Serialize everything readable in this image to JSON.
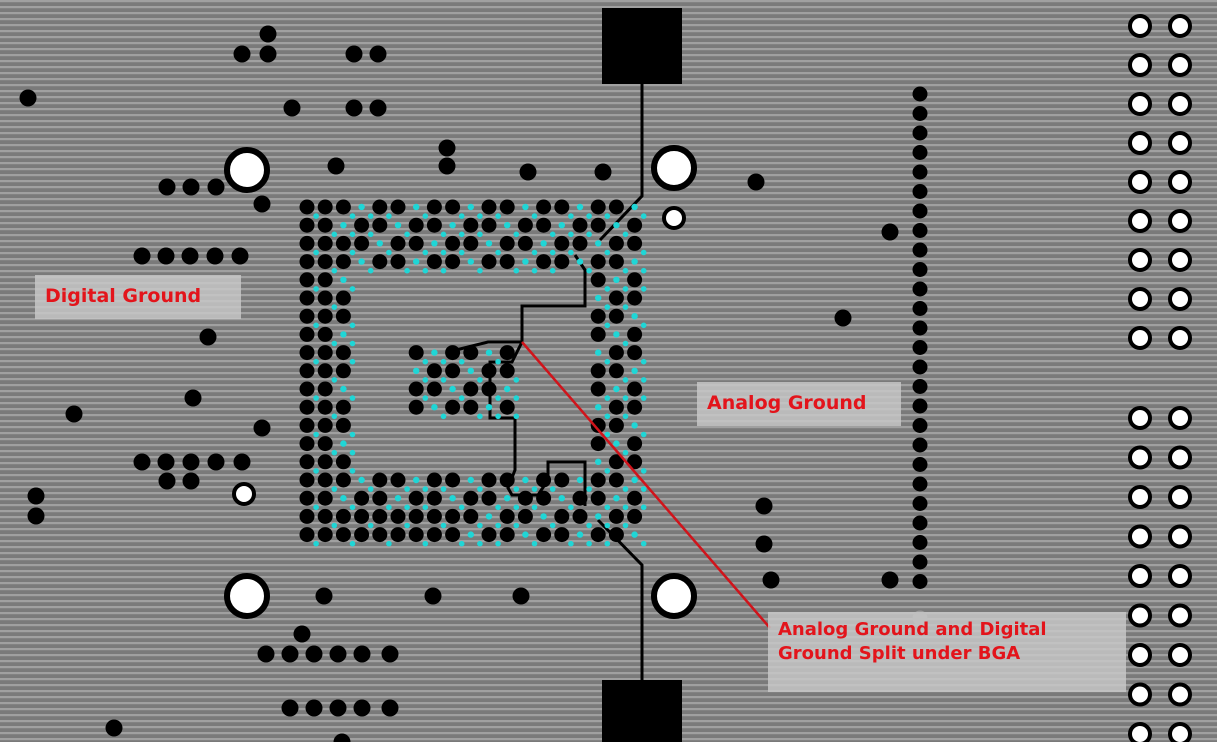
{
  "labels": {
    "digital_ground": "Digital Ground",
    "analog_ground": "Analog Ground",
    "split_line1": "Analog Ground and Digital",
    "split_line2": "Ground Split under BGA"
  },
  "colors": {
    "board_gray": "#7a7a7a",
    "stripe_light": "#9e9e9e",
    "pad_black": "#000000",
    "via_cyan": "#1fd6d6",
    "label_text": "#e3141b",
    "callout_line": "#d0141b"
  }
}
